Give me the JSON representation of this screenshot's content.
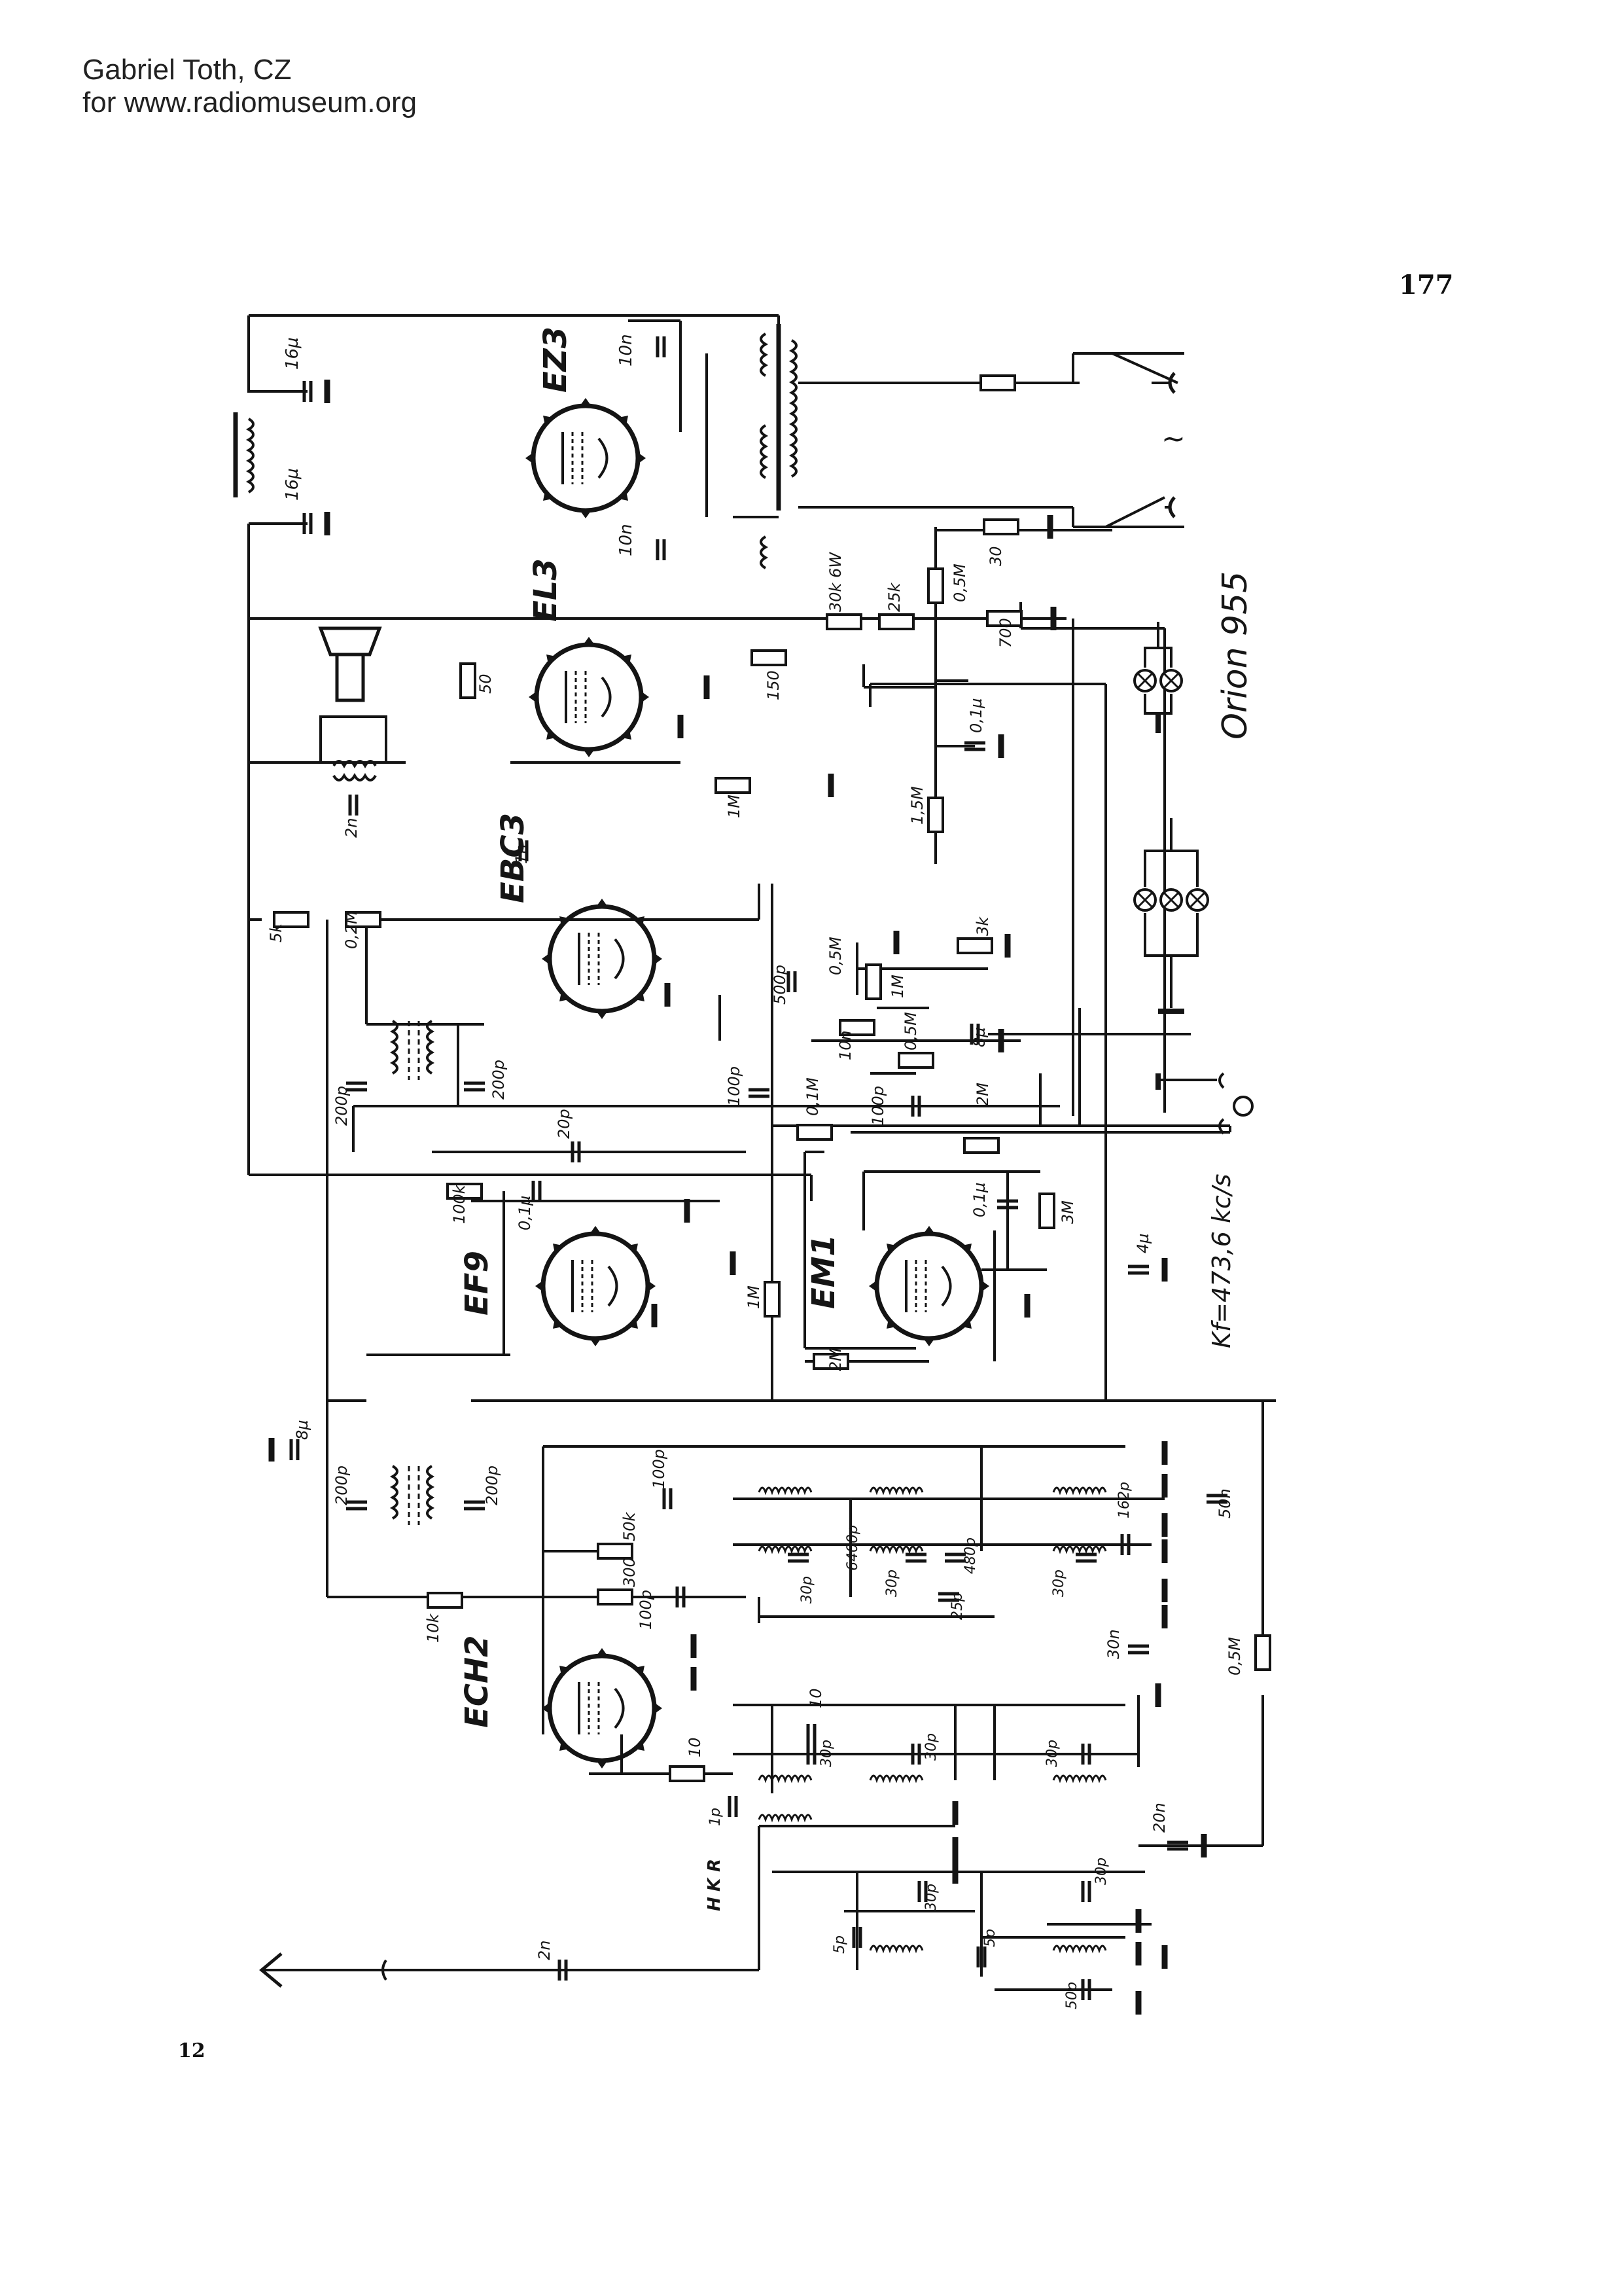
{
  "credit": {
    "line1": "Gabriel Toth, CZ",
    "line2": "for www.radiomuseum.org"
  },
  "page_number_top": "177",
  "page_number_bottom": "12",
  "title": "Orion 955",
  "if_note": "Kf=473,6 kc/s",
  "tubes": {
    "ez3": "EZ3",
    "el3": "EL3",
    "ebc3": "EBC3",
    "ef9": "EF9",
    "em1": "EM1",
    "ech2": "ECH2"
  },
  "switch_letters": [
    "H",
    "K",
    "R"
  ],
  "mains_symbol": "~",
  "components": {
    "c_16u_a": "16µ",
    "c_16u_b": "16µ",
    "c_10n_a": "10n",
    "c_10n_b": "10n",
    "r_30k6w": "30k 6W",
    "r_25k": "25k",
    "r_05m_top": "0,5M",
    "r_30": "30",
    "r_700": "700",
    "r_50": "50",
    "r_150": "150",
    "c_01u_a": "0,1µ",
    "r_1m_a": "1M",
    "r_15m": "1,5M",
    "c_2n_a": "2n",
    "c_1n": "1n",
    "r_5k": "5k",
    "r_02m": "0,2M",
    "r_3k": "3k",
    "c_500p": "500p",
    "r_05m_vol": "0,5M",
    "r_1m_b": "1M",
    "c_8u_a": "8µ",
    "c_10n_c": "10n",
    "r_05m_tone": "0,5M",
    "c_100p_a": "100p",
    "r_2m_a": "2M",
    "c_200p_a": "200p",
    "c_200p_b": "200p",
    "c_20p": "20p",
    "c_100p_b": "100p",
    "r_01m": "0,1M",
    "r_100k": "100k",
    "c_01u_b": "0,1µ",
    "c_01u_c": "0,1µ",
    "r_3m": "3M",
    "c_4u": "4µ",
    "r_1m_c": "1M",
    "r_2m_b": "2M",
    "c_8u_b": "8µ",
    "c_200p_c": "200p",
    "c_200p_d": "200p",
    "c_100p_c": "100p",
    "c_50n": "50n",
    "c_6400p": "6400p",
    "c_480p": "480p",
    "c_162p": "162p",
    "r_50k": "50k",
    "c_30p_a": "30p",
    "c_30p_b": "30p",
    "c_25p": "25p",
    "c_30p_c": "30p",
    "r_300": "300",
    "r_10k": "10k",
    "c_100p_d": "100p",
    "r_05m_agc": "0,5M",
    "c_30n": "30n",
    "c_10_osc": "10",
    "c_30p_d": "30p",
    "c_30p_e": "30p",
    "c_30p_f": "30p",
    "r_10": "10",
    "c_1p": "1p",
    "c_20n": "20n",
    "c_30p_g": "30p",
    "c_30p_h": "30p",
    "c_2n_b": "2n",
    "c_5p_a": "5p",
    "c_5p_b": "5p",
    "c_50p": "50p"
  }
}
